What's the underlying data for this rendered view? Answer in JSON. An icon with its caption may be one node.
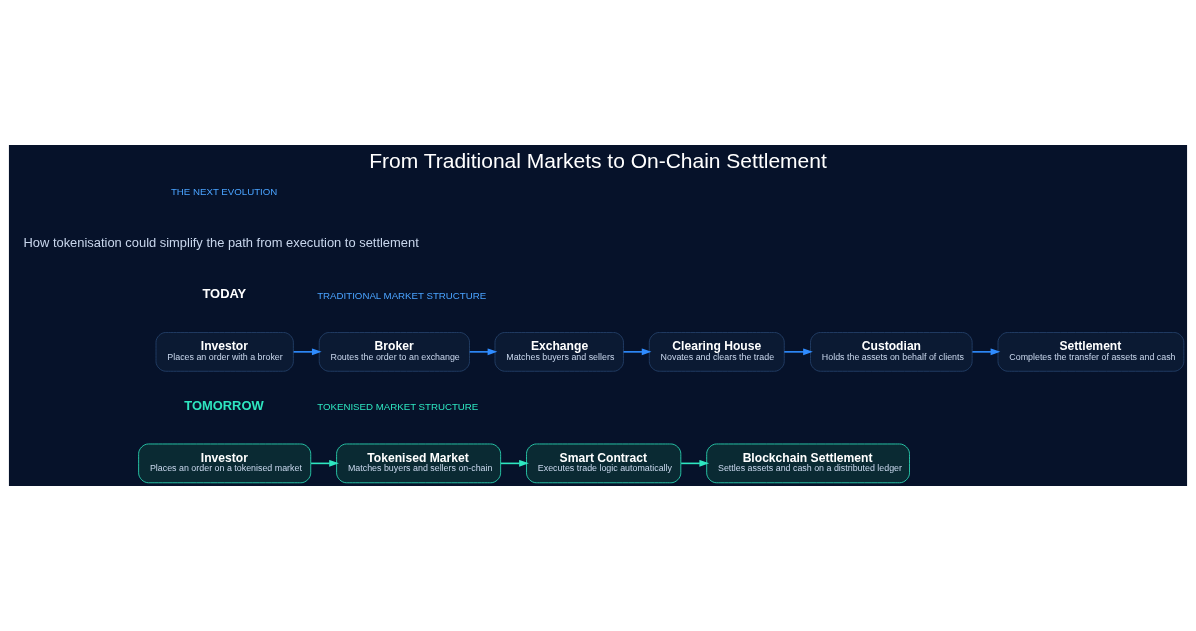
{
  "diagram": {
    "title": "From Traditional Markets to On-Chain Settlement",
    "nodes": [
      {
        "text": [
          "Investor",
          "Places an order with a broker"
        ]
      },
      {
        "text": [
          "Broker",
          "Routes the order to an exchange"
        ]
      },
      {
        "text": [
          "Exchange",
          "Matches buyers and sellers"
        ]
      },
      {
        "text": [
          "Clearing House",
          "Novates and clears the trade"
        ]
      },
      {
        "text": [
          "Custodian",
          "Holds the assets on behalf of clients"
        ]
      },
      {
        "text": [
          "Settlement",
          "Completes the transfer of assets and cash"
        ]
      },
      {
        "text": [
          "Investor",
          "Places an order on a tokenised market"
        ]
      },
      {
        "text": [
          "Tokenised Market",
          "Matches buyers and sellers on-chain"
        ]
      },
      {
        "text": [
          "Smart Contract",
          "Executes trade logic automatically"
        ]
      },
      {
        "text": [
          "Blockchain Settlement",
          "Settles assets and cash on a distributed ledger"
        ]
      }
    ],
    "edges": [
      {
        "from": 0,
        "to": 1,
        "arrow": "to"
      },
      {
        "from": 1,
        "to": 2,
        "arrow": "to"
      },
      {
        "from": 2,
        "to": 3,
        "arrow": "to"
      },
      {
        "from": 3,
        "to": 4,
        "arrow": "to"
      },
      {
        "from": 4,
        "to": 5,
        "arrow": "to"
      },
      {
        "from": 6,
        "to": 7,
        "arrow": "to",
        "color": "#2ee6c0"
      },
      {
        "from": 7,
        "to": 8,
        "arrow": "to",
        "color": "#2ee6c0"
      },
      {
        "from": 8,
        "to": 9,
        "arrow": "to",
        "color": "#2ee6c0"
      }
    ],
    "labels": [
      "THE NEXT EVOLUTION",
      "How tokenisation could simplify the path from execution to settlement",
      "TODAY",
      "TRADITIONAL MARKET STRUCTURE",
      "TOMORROW",
      "TOKENISED MARKET STRUCTURE"
    ]
  }
}
